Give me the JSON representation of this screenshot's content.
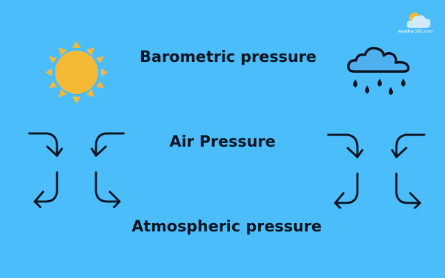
{
  "colors": {
    "background": "#4bbdfb",
    "sun": "#f5b935",
    "text": "#0b1420",
    "cloud_fill": "#4fb0ee"
  },
  "labels": {
    "top": "Barometric pressure",
    "middle": "Air Pressure",
    "bottom": "Atmospheric pressure"
  },
  "logo": {
    "text": "weather365.com",
    "icon": "cloud-sun-logo-icon"
  },
  "icons": {
    "left": "sun-icon",
    "right": "rain-cloud-icon"
  }
}
